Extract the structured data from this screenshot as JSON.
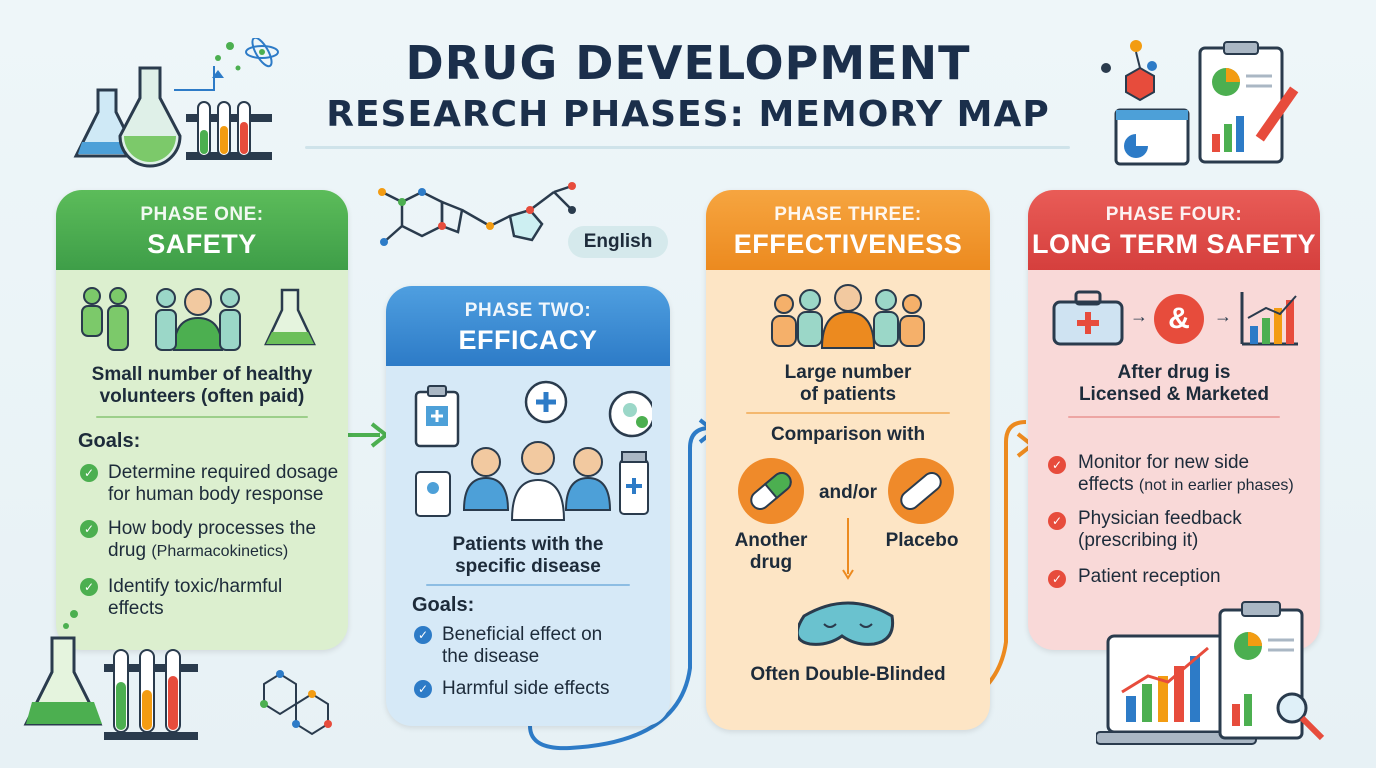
{
  "title": {
    "line1": "DRUG DEVELOPMENT",
    "line2": "RESEARCH PHASES: MEMORY MAP"
  },
  "language_badge": "English",
  "colors": {
    "phase_one": "#3e9e48",
    "phase_two": "#2d7bc7",
    "phase_three": "#ec8a1f",
    "phase_four": "#d53f3d",
    "title": "#1b2f4b"
  },
  "phase_one": {
    "kicker": "PHASE ONE:",
    "name": "SAFETY",
    "lead": [
      "Small number of healthy",
      "volunteers (often paid)"
    ],
    "goals_label": "Goals:",
    "goals": [
      {
        "line1": "Determine required dosage",
        "line2": "for human body response"
      },
      {
        "line1": "How body processes the",
        "line2": "drug",
        "line2_small": "(Pharmacokinetics)"
      },
      {
        "line1": "Identify toxic/harmful",
        "line2": "effects"
      }
    ]
  },
  "phase_two": {
    "kicker": "PHASE TWO:",
    "name": "EFFICACY",
    "lead": [
      "Patients with the",
      "specific disease"
    ],
    "goals_label": "Goals:",
    "goals": [
      {
        "line1": "Beneficial effect on",
        "line2": "the disease"
      },
      {
        "line1": "Harmful side effects",
        "line2": ""
      }
    ]
  },
  "phase_three": {
    "kicker": "PHASE THREE:",
    "name": "EFFECTIVENESS",
    "lead": [
      "Large number",
      "of patients"
    ],
    "comparison_label": "Comparison with",
    "option_a": [
      "Another",
      "drug"
    ],
    "connector": "and/or",
    "option_b": "Placebo",
    "blinding": "Often Double-Blinded"
  },
  "phase_four": {
    "kicker": "PHASE FOUR:",
    "name": "LONG TERM SAFETY",
    "amp_symbol": "&",
    "lead": [
      "After drug is",
      "Licensed & Marketed"
    ],
    "goals": [
      {
        "line1": "Monitor for new side",
        "line2": "effects",
        "line2_small": "(not in earlier phases)"
      },
      {
        "line1": "Physician feedback",
        "line2": "(prescribing it)"
      },
      {
        "line1": "Patient reception",
        "line2": ""
      }
    ]
  }
}
